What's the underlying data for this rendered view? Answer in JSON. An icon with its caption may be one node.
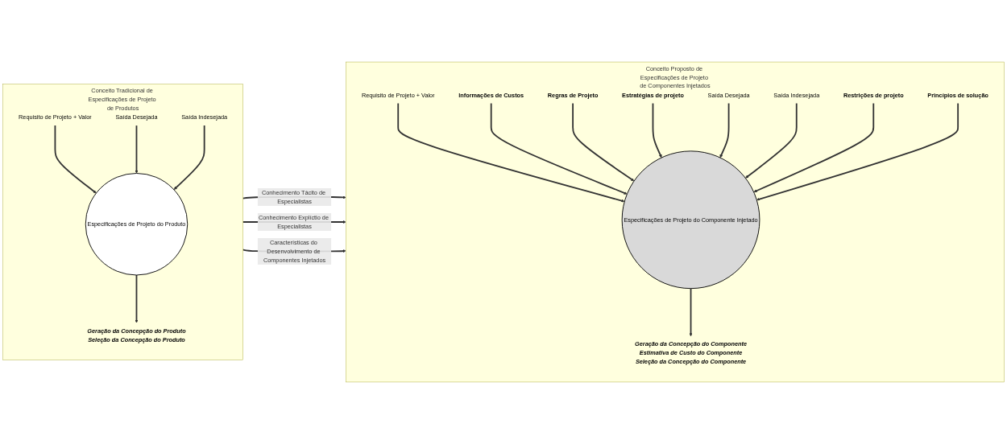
{
  "diagram": {
    "nodes": [
      {
        "text": [
          "Conceito Tradicional de Especificações de Projeto de Produtos"
        ]
      },
      {
        "text": [
          "Requisito de Projeto + Valor"
        ],
        "in": 0
      },
      {
        "text": [
          "Saída Desejada"
        ],
        "in": 0
      },
      {
        "text": [
          "Especificações de Projeto do Produto"
        ],
        "in": 0
      },
      {
        "text": [
          "Saída Indesejada"
        ],
        "in": 0
      },
      {
        "text": [
          "Geração da Concepção do Produto",
          "Seleção da Concepção do Produto"
        ],
        "in": 0
      },
      {
        "text": [
          "Conceito Proposto de Especificações de Projeto de Componentes Injetados"
        ]
      },
      {
        "text": [
          "Requisito de Projeto + Valor"
        ],
        "in": 6
      },
      {
        "text": [
          "Informações de Custos"
        ],
        "in": 6
      },
      {
        "text": [
          "Regras de Projeto"
        ],
        "in": 6
      },
      {
        "text": [
          "Estratégias de projeto"
        ],
        "in": 6
      },
      {
        "text": [
          "Saída Desejada"
        ],
        "in": 6
      },
      {
        "text": [
          "Especificações de Projeto do Componente Injetado"
        ],
        "in": 6
      },
      {
        "text": [
          "Saída Indesejada"
        ],
        "in": 6
      },
      {
        "text": [
          "Restrições de projeto"
        ],
        "in": 6
      },
      {
        "text": [
          "Princípios de solução"
        ],
        "in": 6
      },
      {
        "text": [
          "Geração da Concepção do Componente",
          "Estimativa de Custo do Componente",
          "Seleção da Concepção do Componente"
        ],
        "in": 6
      }
    ],
    "edges": [
      {
        "from": 1,
        "to": 3,
        "arrow": "to"
      },
      {
        "from": 2,
        "to": 3,
        "arrow": "to"
      },
      {
        "from": 4,
        "to": 3,
        "arrow": "to"
      },
      {
        "from": 3,
        "to": 5,
        "arrow": "to"
      },
      {
        "from": 0,
        "to": 6,
        "arrow": "to",
        "label": "Conhecimento Tácito de Especialistas"
      },
      {
        "from": 0,
        "to": 6,
        "arrow": "to",
        "label": "Conhecimento Explíctio de Especialistas"
      },
      {
        "from": 0,
        "to": 6,
        "arrow": "to",
        "label": "Características do Desenvolvimento de Componentes Injetados"
      },
      {
        "from": 7,
        "to": 12,
        "arrow": "to"
      },
      {
        "from": 8,
        "to": 12,
        "arrow": "to"
      },
      {
        "from": 9,
        "to": 12,
        "arrow": "to"
      },
      {
        "from": 10,
        "to": 12,
        "arrow": "to"
      },
      {
        "from": 11,
        "to": 12,
        "arrow": "to"
      },
      {
        "from": 13,
        "to": 12,
        "arrow": "to"
      },
      {
        "from": 14,
        "to": 12,
        "arrow": "to"
      },
      {
        "from": 15,
        "to": 12,
        "arrow": "to"
      },
      {
        "from": 12,
        "to": 16,
        "arrow": "to"
      }
    ]
  }
}
